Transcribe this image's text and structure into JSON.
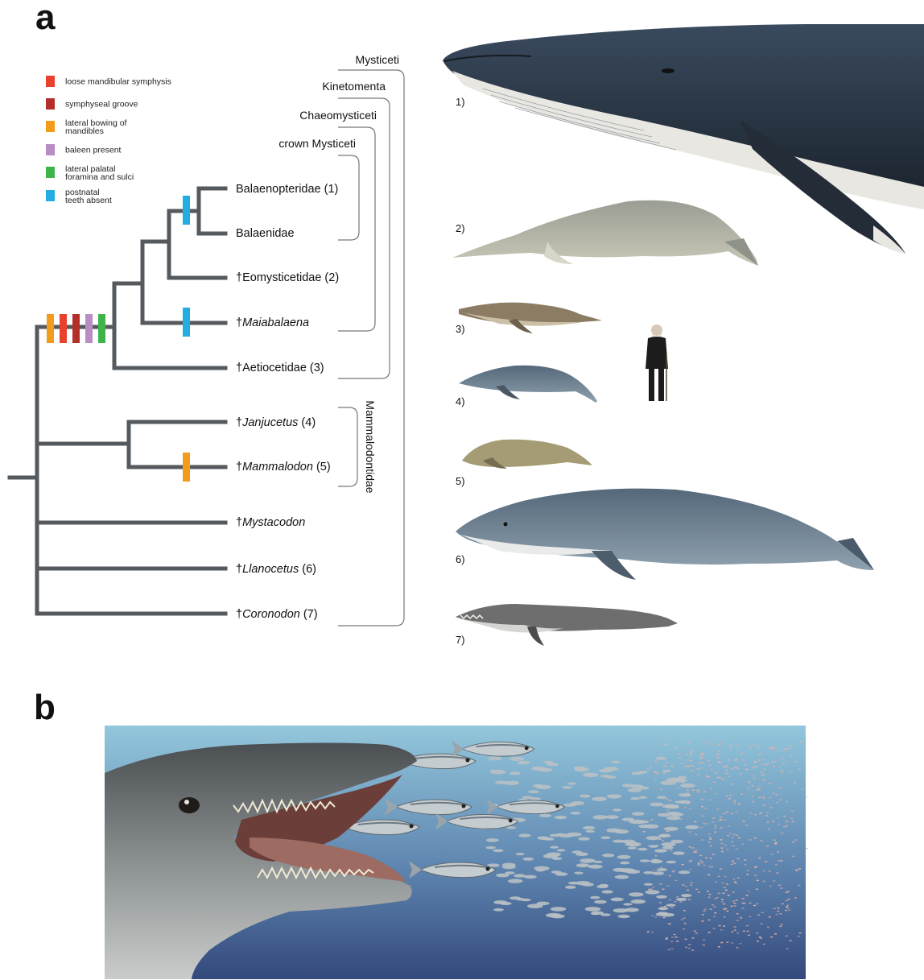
{
  "panels": {
    "a": "a",
    "b": "b"
  },
  "legend": [
    {
      "label": "loose mandibular symphysis",
      "color": "#e8412c"
    },
    {
      "label": "symphyseal groove",
      "color": "#b3302a"
    },
    {
      "label": "lateral bowing of",
      "label2": "mandibles",
      "color": "#f39c1c"
    },
    {
      "label": "baleen present",
      "color": "#b98dc4"
    },
    {
      "label": "lateral palatal",
      "label2": "foramina and sulci",
      "color": "#3db54a"
    },
    {
      "label": "postnatal",
      "label2": "teeth absent",
      "color": "#22aee0"
    }
  ],
  "clades": {
    "mysticeti": "Mysticeti",
    "kinetomenta": "Kinetomenta",
    "chaeomysticeti": "Chaeomysticeti",
    "crown": "crown Mysticeti",
    "mammalodontidae": "Mammalodontidae"
  },
  "taxa": [
    {
      "prefix": "",
      "name": "Balaenopteridae",
      "suffix": " (1)",
      "italic": false
    },
    {
      "prefix": "",
      "name": "Balaenidae",
      "suffix": "",
      "italic": false
    },
    {
      "prefix": "†",
      "name": "Eomysticetidae",
      "suffix": " (2)",
      "italic": false
    },
    {
      "prefix": "†",
      "name": "Maiabalaena",
      "suffix": "",
      "italic": true
    },
    {
      "prefix": "†",
      "name": "Aetiocetidae",
      "suffix": " (3)",
      "italic": false
    },
    {
      "prefix": "†",
      "name": "Janjucetus",
      "suffix": " (4)",
      "italic": true
    },
    {
      "prefix": "†",
      "name": "Mammalodon",
      "suffix": " (5)",
      "italic": true
    },
    {
      "prefix": "†",
      "name": "Mystacodon",
      "suffix": "",
      "italic": true
    },
    {
      "prefix": "†",
      "name": "Llanocetus",
      "suffix": " (6)",
      "italic": true
    },
    {
      "prefix": "†",
      "name": "Coronodon",
      "suffix": " (7)",
      "italic": true
    }
  ],
  "illustrations": {
    "n1": "1)",
    "n2": "2)",
    "n3": "3)",
    "n4": "4)",
    "n5": "5)",
    "n6": "6)",
    "n7": "7)"
  },
  "colors": {
    "branch": "#555a5f",
    "whale_dark": "#2d3a4c",
    "water_top": "#8fc3d9",
    "water_bottom": "#3b5a8c",
    "fish": "#b8c0c4",
    "krill": "#e8b4a8"
  }
}
